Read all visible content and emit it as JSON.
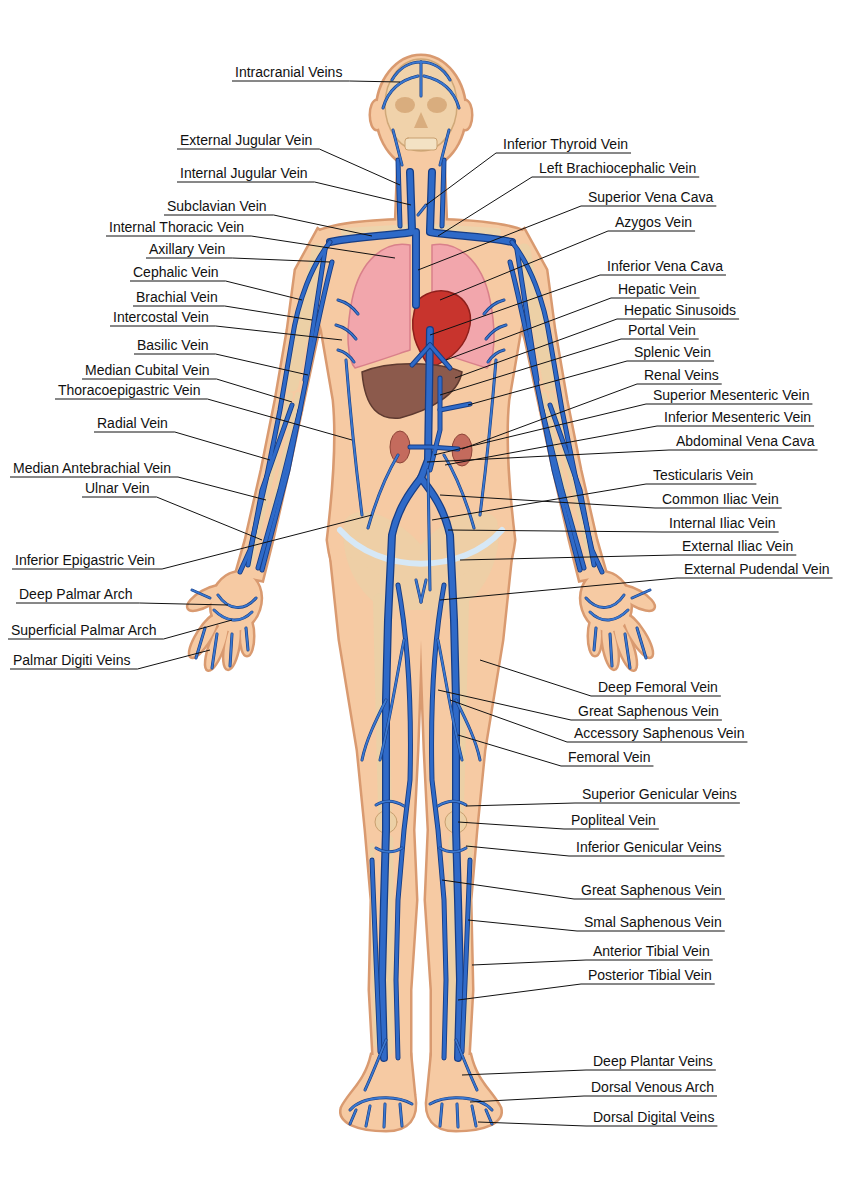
{
  "diagram": {
    "labels": [
      "Intracranial Veins",
      "External Jugular Vein",
      "Internal Jugular Vein",
      "Subclavian Vein",
      "Internal Thoracic Vein",
      "Axillary Vein",
      "Cephalic Vein",
      "Brachial Vein",
      "Intercostal Vein",
      "Basilic Vein",
      "Median Cubital Vein",
      "Thoracoepigastric Vein",
      "Radial Vein",
      "Median Antebrachial Vein",
      "Ulnar Vein",
      "Inferior Epigastric Vein",
      "Deep Palmar Arch",
      "Superficial Palmar Arch",
      "Palmar Digiti Veins",
      "Inferior Thyroid Vein",
      "Left Brachiocephalic Vein",
      "Superior Vena Cava",
      "Azygos Vein",
      "Inferior Vena Cava",
      "Hepatic Vein",
      "Hepatic Sinusoids",
      "Portal Vein",
      "Splenic Vein",
      "Renal Veins",
      "Superior Mesenteric Vein",
      "Inferior Mesenteric Vein",
      "Abdominal Vena Cava",
      "Testicularis Vein",
      "Common Iliac Vein",
      "Internal Iliac Vein",
      "External Iliac Vein",
      "External Pudendal Vein",
      "Deep Femoral Vein",
      "Great Saphenous Vein",
      "Accessory Saphenous Vein",
      "Femoral Vein",
      "Superior Genicular Veins",
      "Popliteal Vein",
      "Inferior Genicular Veins",
      "Great Saphenous Vein",
      "Smal Saphenous Vein",
      "Anterior Tibial Vein",
      "Posterior Tibial Vein",
      "Deep Plantar Veins",
      "Dorsal Venous Arch",
      "Dorsal Digital Veins"
    ]
  }
}
